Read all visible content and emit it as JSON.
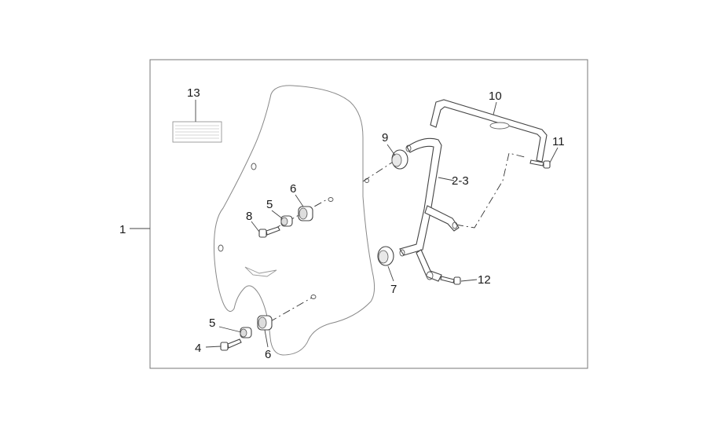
{
  "diagram": {
    "labels": {
      "l1": "1",
      "l13": "13",
      "l10": "10",
      "l11": "11",
      "l9": "9",
      "l23": "2-3",
      "l6a": "6",
      "l5a": "5",
      "l8": "8",
      "l7": "7",
      "l12": "12",
      "l5b": "5",
      "l4": "4",
      "l6b": "6"
    }
  }
}
